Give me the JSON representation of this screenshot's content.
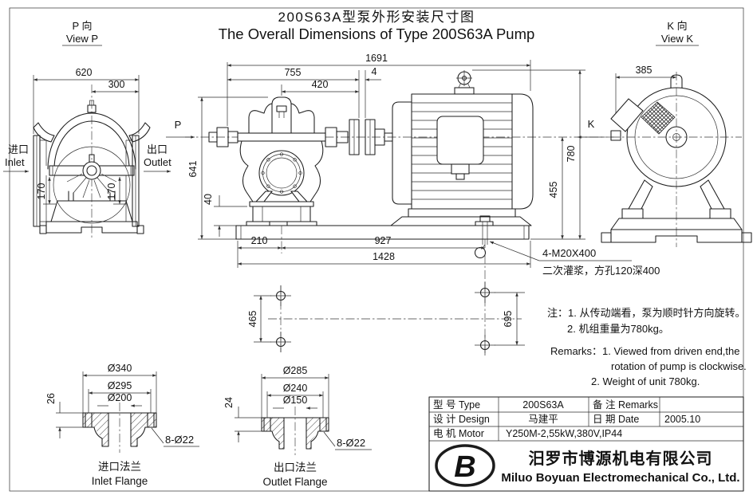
{
  "page": {
    "title_zh": "200S63A型泵外形安装尺寸图",
    "title_en": "The Overall Dimensions of Type 200S63A Pump"
  },
  "view_p": {
    "label_zh": "P 向",
    "label_en": "View P",
    "inlet_zh": "进口",
    "inlet_en": "Inlet",
    "outlet_zh": "出口",
    "outlet_en": "Outlet",
    "dims": {
      "overall_width": "620",
      "outlet_offset": "300",
      "inlet_center_height": "170",
      "outlet_center_height": "170"
    }
  },
  "main_view": {
    "view_arrow_p": "P",
    "view_arrow_k": "K",
    "dims": {
      "total_length": "1691",
      "pump_length": "755",
      "bearing_span": "420",
      "coupling_gap": "4",
      "pump_height": "641",
      "base_pad_height": "40",
      "unit_height": "780",
      "shaft_height": "455",
      "bolt_offset": "210",
      "bolt_span": "927",
      "base_length": "1428"
    },
    "anchor_bolt_note": "4-M20X400",
    "grout_note": "二次灌浆，方孔120深400"
  },
  "view_k": {
    "label_zh": "K 向",
    "label_en": "View K",
    "dims": {
      "overall_width": "385"
    }
  },
  "foundation_plan": {
    "dims": {
      "pump_end_bolt_span": "465",
      "motor_end_bolt_span": "695"
    }
  },
  "remarks": {
    "zh_line1": "注：1. 从传动端看，泵为顺时针方向旋转。",
    "zh_line2": "2. 机组重量为780kg。",
    "en_line1": "Remarks：1. Viewed from driven end,the",
    "en_line2": "rotation of pump is  clockwise.",
    "en_line3": "2. Weight of unit 780kg."
  },
  "inlet_flange": {
    "dim_outer_diameter": "Ø340",
    "dim_bolt_circle": "Ø295",
    "dim_bore": "Ø200",
    "dim_thickness": "26",
    "dim_bolt_holes": "8-Ø22",
    "caption_zh": "进口法兰",
    "caption_en": "Inlet Flange"
  },
  "outlet_flange": {
    "dim_outer_diameter": "Ø285",
    "dim_bolt_circle": "Ø240",
    "dim_bore": "Ø150",
    "dim_thickness": "24",
    "dim_bolt_holes": "8-Ø22",
    "caption_zh": "出口法兰",
    "caption_en": "Outlet Flange"
  },
  "title_block": {
    "type_label": "型 号 Type",
    "type_value": "200S63A",
    "remarks_label": "备 注 Remarks",
    "remarks_value": "",
    "design_label": "设 计 Design",
    "design_value": "马建平",
    "date_label": "日 期 Date",
    "date_value": "2005.10",
    "motor_label": "电 机 Motor",
    "motor_value": "Y250M-2,55kW,380V,IP44"
  },
  "company": {
    "logo_letter": "B",
    "name_zh": "汨罗市博源机电有限公司",
    "name_en": "Miluo Boyuan Electromechanical Co., Ltd."
  },
  "colors": {
    "ink": "#1c1c1c",
    "paper": "#ffffff"
  }
}
